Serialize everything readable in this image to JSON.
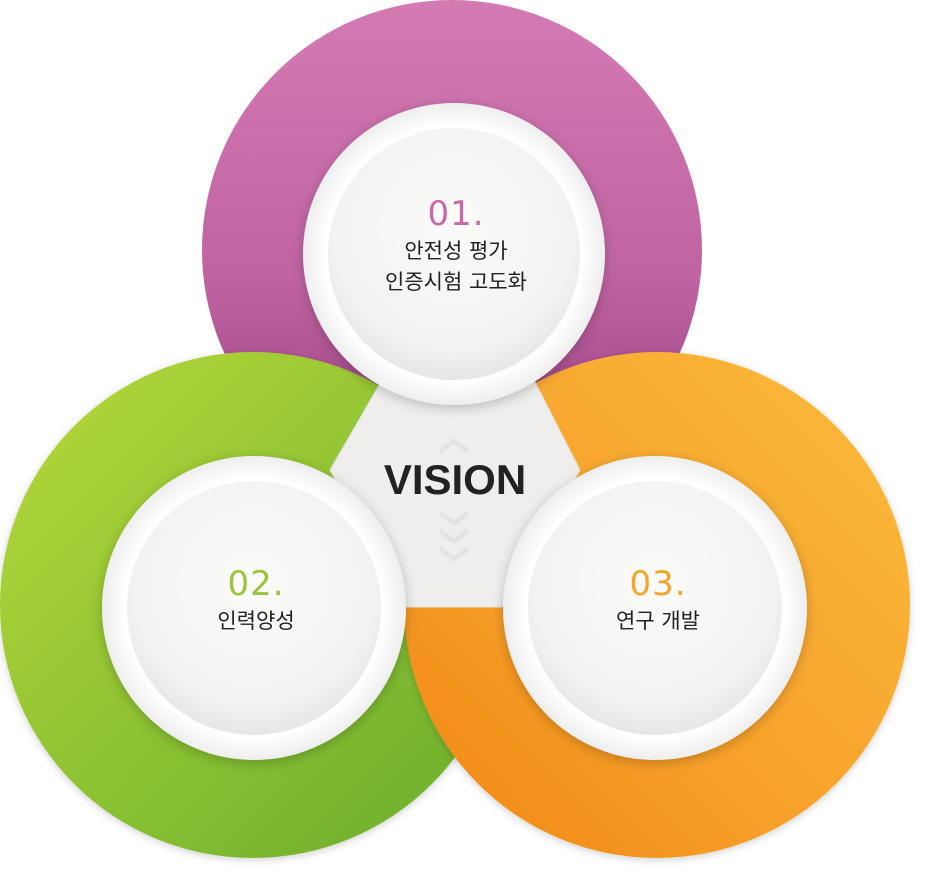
{
  "center": {
    "title": "VISION"
  },
  "items": [
    {
      "number": "01.",
      "lines": [
        "안전성 평가",
        "인증시험 고도화"
      ],
      "color": "#c868a5",
      "color_dark": "#9e3f84",
      "icon": "ring"
    },
    {
      "number": "02.",
      "lines": [
        "인력양성"
      ],
      "color": "#9ac43a",
      "color_dark": "#6fa829",
      "icon": "ring"
    },
    {
      "number": "03.",
      "lines": [
        "연구 개발"
      ],
      "color": "#f7a52a",
      "color_dark": "#f08a14",
      "icon": "ring"
    }
  ]
}
